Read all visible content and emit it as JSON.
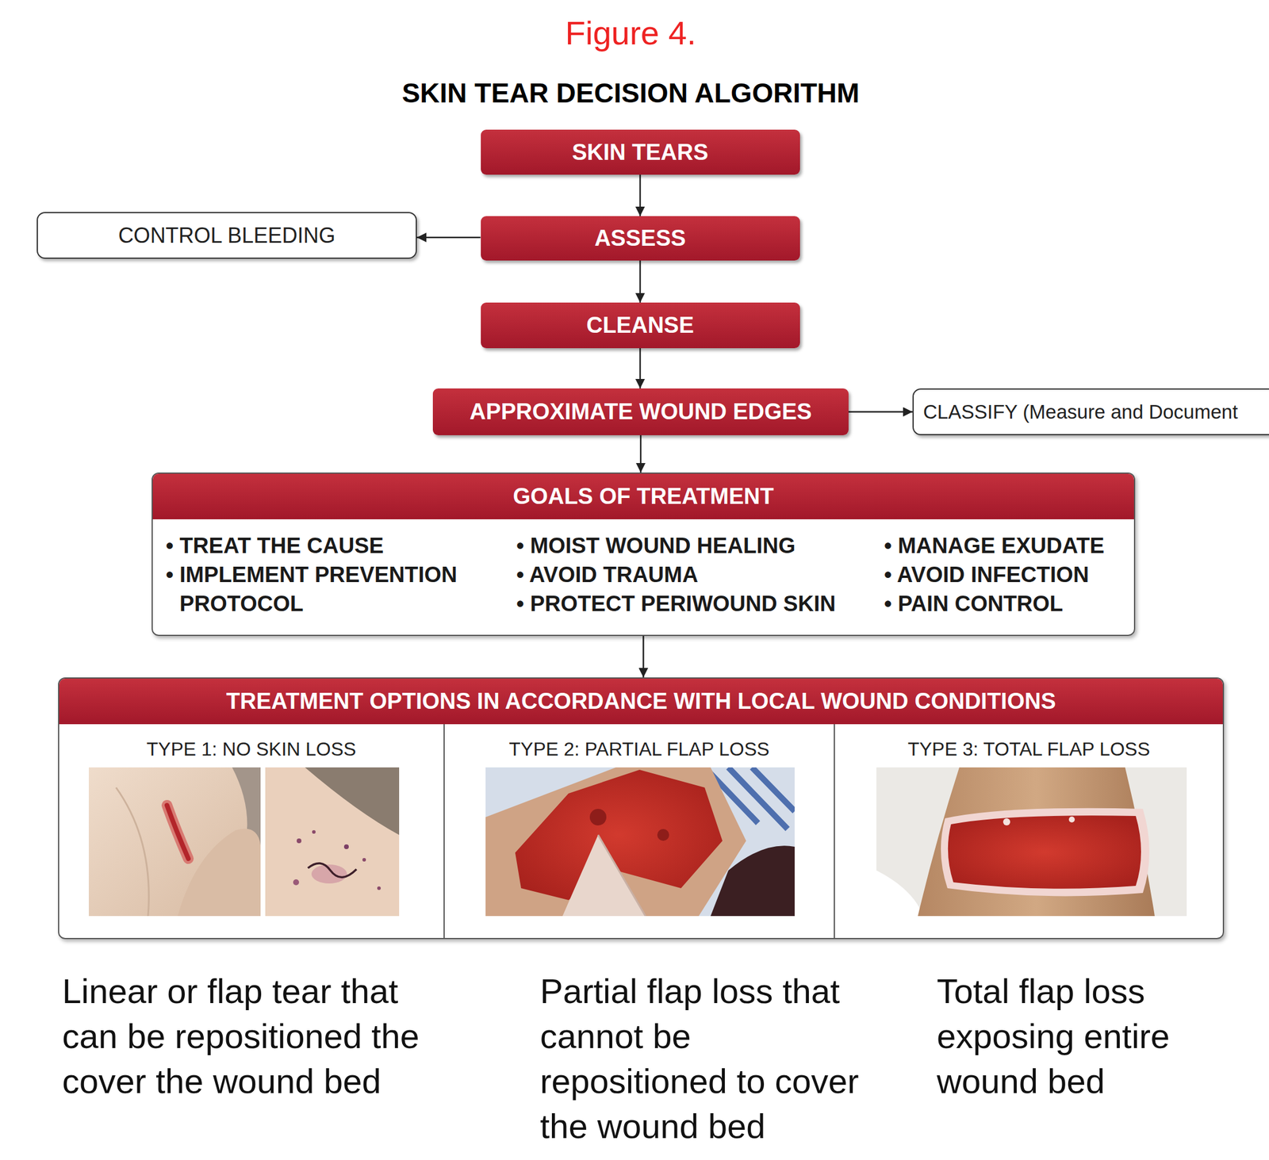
{
  "diagram": {
    "title": "SKIN TEAR DECISION ALGORITHM",
    "nodes": [
      {
        "text": [
          "SKIN TEARS"
        ]
      },
      {
        "text": [
          "CONTROL BLEEDING"
        ]
      },
      {
        "text": [
          "ASSESS"
        ]
      },
      {
        "text": [
          "CLEANSE"
        ]
      },
      {
        "text": [
          "APPROXIMATE WOUND EDGES"
        ]
      },
      {
        "text": [
          "CLASSIFY (Measure and Document"
        ]
      },
      {
        "text": [
          "GOALS OF TREATMENT",
          "• TREAT THE CAUSE",
          "• IMPLEMENT PREVENTION PROTOCOL",
          "• MOIST WOUND HEALING",
          "• AVOID TRAUMA",
          "• PROTECT PERIWOUND SKIN",
          "• MANAGE EXUDATE",
          "• AVOID INFECTION",
          "• PAIN CONTROL"
        ]
      },
      {
        "text": [
          "TREATMENT OPTIONS IN ACCORDANCE WITH LOCAL WOUND CONDITIONS"
        ]
      },
      {
        "text": [
          "TYPE 1: NO SKIN LOSS"
        ],
        "in": 7
      },
      {
        "text": [
          "TYPE 2: PARTIAL FLAP LOSS"
        ],
        "in": 7
      },
      {
        "text": [
          "TYPE 3: TOTAL FLAP LOSS"
        ],
        "in": 7
      }
    ],
    "edges": [
      {
        "from": 0,
        "to": 2,
        "arrow": "to"
      },
      {
        "from": 2,
        "to": 1,
        "arrow": "to"
      },
      {
        "from": 2,
        "to": 3,
        "arrow": "to"
      },
      {
        "from": 3,
        "to": 4,
        "arrow": "to"
      },
      {
        "from": 4,
        "to": 5,
        "arrow": "to"
      },
      {
        "from": 4,
        "to": 6,
        "arrow": "to"
      },
      {
        "from": 6,
        "to": 7,
        "arrow": "to"
      }
    ],
    "labels": [
      "Figure 4.",
      "Linear or flap tear that can be repositioned the cover the wound bed",
      "Partial flap loss that cannot be repositioned to cover the wound bed",
      "Total flap loss exposing entire wound bed"
    ]
  }
}
